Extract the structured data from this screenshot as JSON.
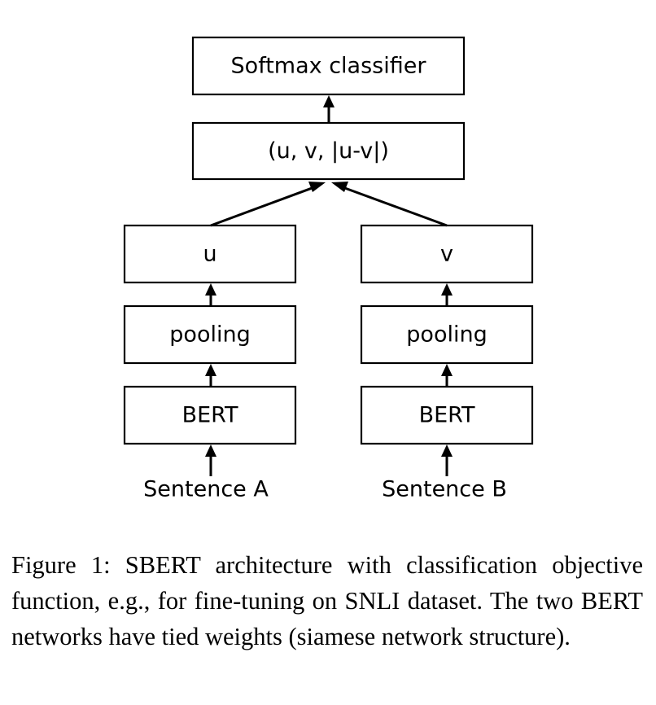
{
  "diagram": {
    "nodes": {
      "softmax": "Softmax classifier",
      "concat": "(u, v, |u-v|)",
      "u": "u",
      "v": "v",
      "pooling_a": "pooling",
      "pooling_b": "pooling",
      "bert_a": "BERT",
      "bert_b": "BERT"
    },
    "inputs": {
      "sentence_a": "Sentence A",
      "sentence_b": "Sentence B"
    },
    "edges": [
      [
        "sentence_a",
        "bert_a"
      ],
      [
        "bert_a",
        "pooling_a"
      ],
      [
        "pooling_a",
        "u"
      ],
      [
        "sentence_b",
        "bert_b"
      ],
      [
        "bert_b",
        "pooling_b"
      ],
      [
        "pooling_b",
        "v"
      ],
      [
        "u",
        "concat"
      ],
      [
        "v",
        "concat"
      ],
      [
        "concat",
        "softmax"
      ]
    ],
    "colors": {
      "stroke": "#000000",
      "fill": "#ffffff"
    }
  },
  "caption": "Figure 1: SBERT architecture with classification objective function, e.g., for fine-tuning on SNLI dataset. The two BERT networks have tied weights (siamese network structure)."
}
